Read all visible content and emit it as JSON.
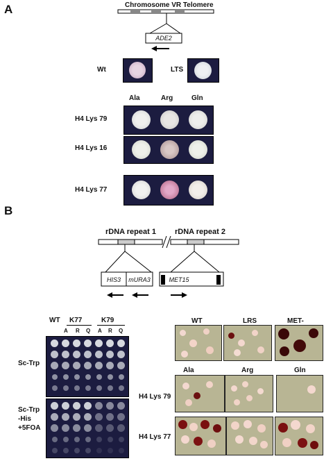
{
  "panel_a": {
    "letter": "A",
    "chromosome_label": "Chromosome VR Telomere",
    "gene": "ADE2",
    "wt_label": "Wt",
    "lts_label": "LTS",
    "columns": [
      "Ala",
      "Arg",
      "Gln"
    ],
    "rows": [
      "H4 Lys 79",
      "H4 Lys 16",
      "H4 Lys 77"
    ]
  },
  "panel_b": {
    "letter": "B",
    "rdna_label_1": "rDNA repeat 1",
    "rdna_label_2": "rDNA repeat 2",
    "break_mark": "//",
    "genes": [
      "HIS3",
      "mURA3",
      "MET15"
    ],
    "spot_header": {
      "wt": "WT",
      "groups": [
        "K77",
        "K79"
      ],
      "subcols": [
        "A",
        "R",
        "Q",
        "A",
        "R",
        "Q"
      ]
    },
    "spot_rows": [
      "Sc-Trp",
      "Sc-Trp\n-His\n+5FOA"
    ],
    "photo_top_labels": [
      "WT",
      "LRS",
      "MET-"
    ],
    "photo_col_labels": [
      "Ala",
      "Arg",
      "Gln"
    ],
    "photo_row_labels": [
      "H4 Lys 79",
      "H4 Lys 77"
    ]
  }
}
